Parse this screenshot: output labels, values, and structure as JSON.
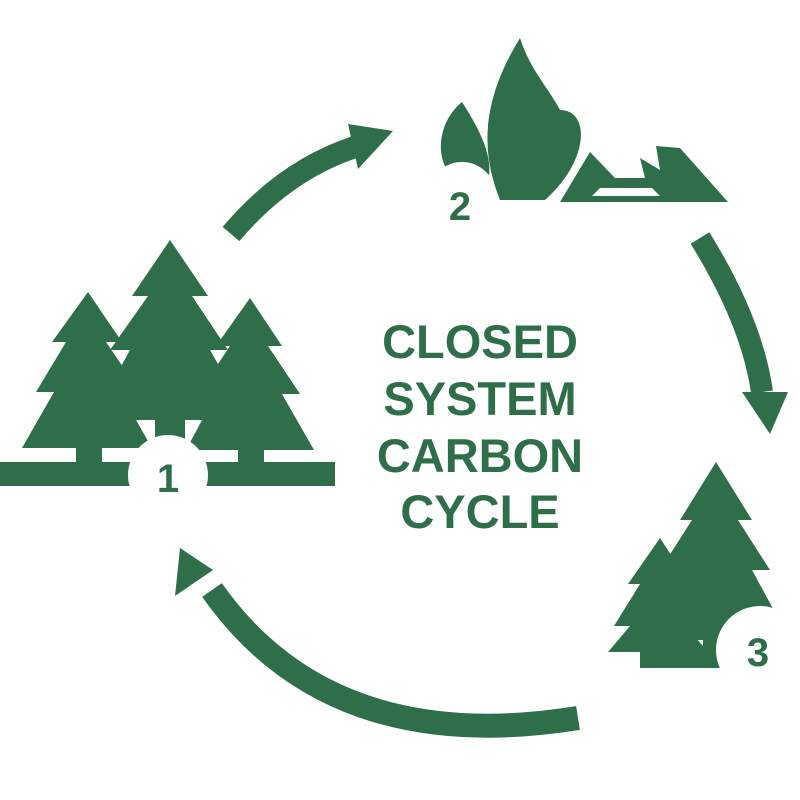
{
  "colors": {
    "primary": "#2e6f49",
    "background": "#ffffff"
  },
  "title": {
    "lines": [
      "CLOSED",
      "SYSTEM",
      "CARBON",
      "CYCLE"
    ]
  },
  "stages": [
    {
      "number": "1",
      "icon": "forest-icon"
    },
    {
      "number": "2",
      "icon": "fire-icon"
    },
    {
      "number": "3",
      "icon": "young-forest-icon"
    }
  ],
  "arrows": [
    {
      "from": "1",
      "to": "2"
    },
    {
      "from": "2",
      "to": "3"
    },
    {
      "from": "3",
      "to": "1"
    }
  ]
}
